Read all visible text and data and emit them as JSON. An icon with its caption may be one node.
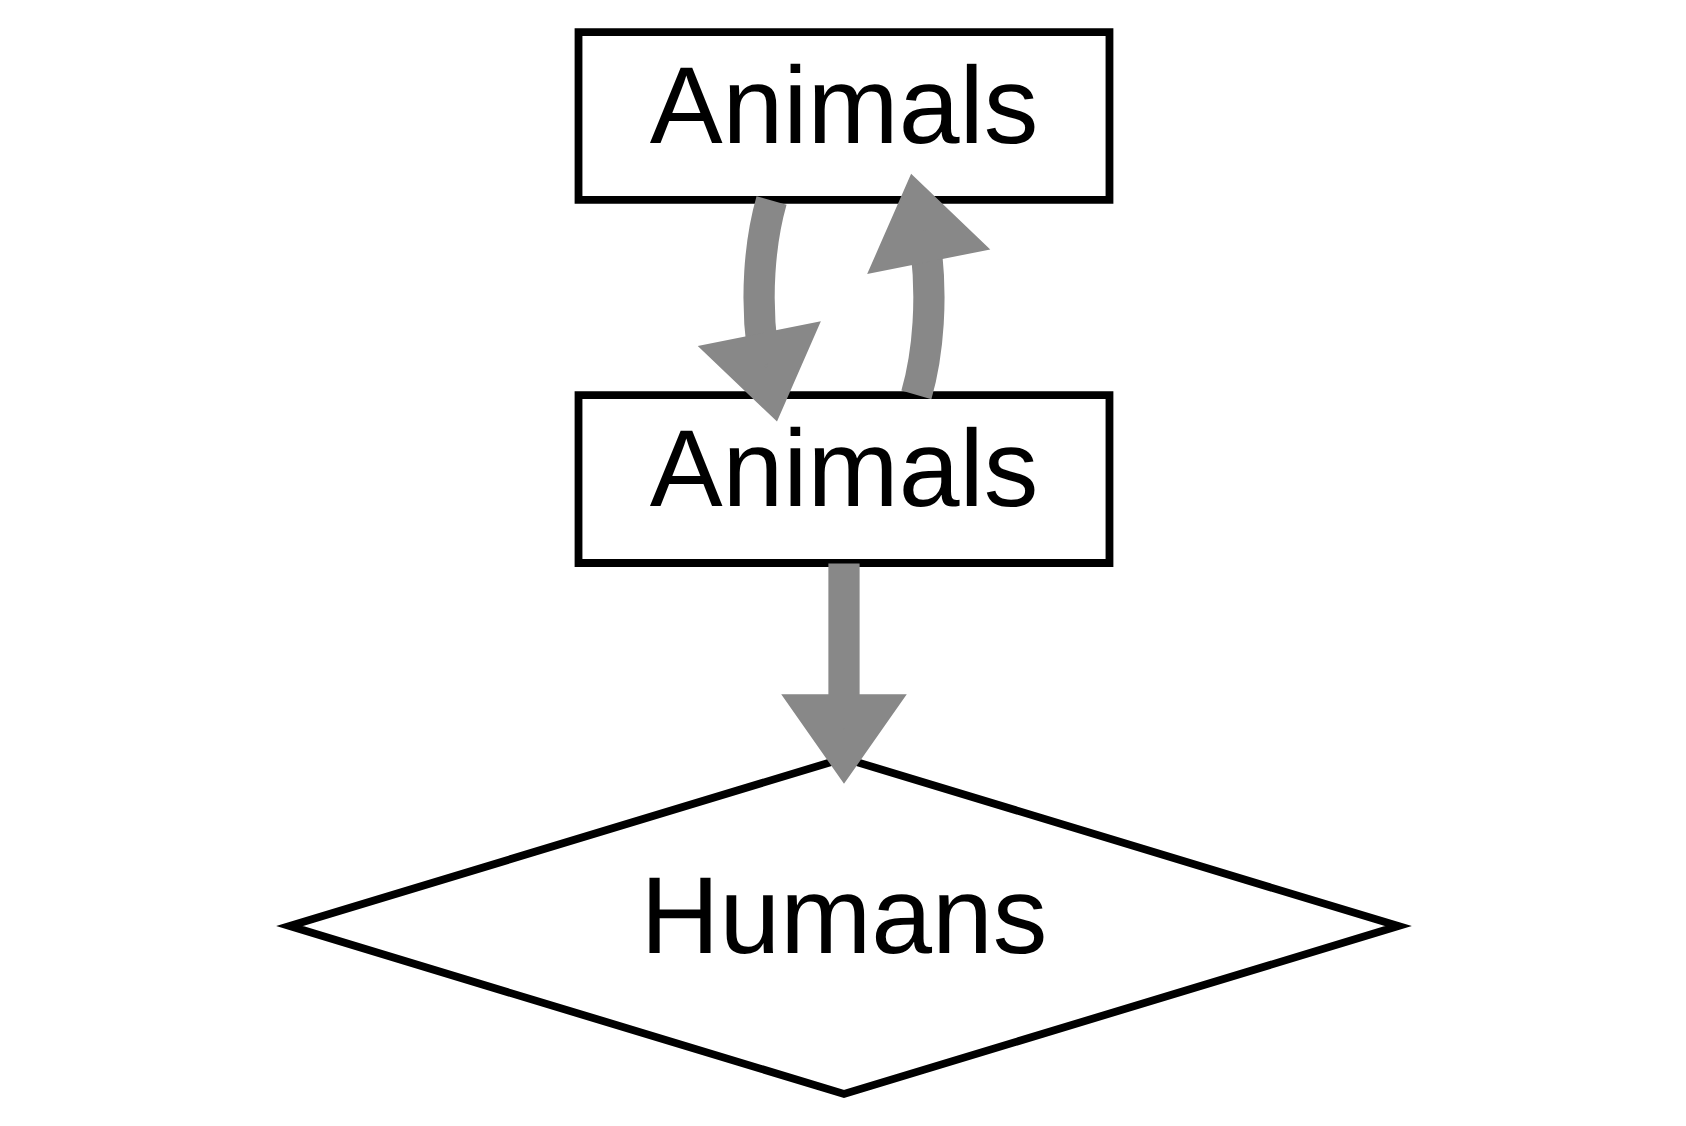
{
  "diagram": {
    "nodes": [
      {
        "text": [
          "Animals"
        ]
      },
      {
        "text": [
          "Animals"
        ]
      },
      {
        "text": [
          "Humans"
        ]
      }
    ],
    "edges": [
      {
        "from": 0,
        "to": 1,
        "arrow": "to"
      },
      {
        "from": 1,
        "to": 0,
        "arrow": "to"
      },
      {
        "from": 1,
        "to": 2,
        "arrow": "to"
      }
    ]
  }
}
